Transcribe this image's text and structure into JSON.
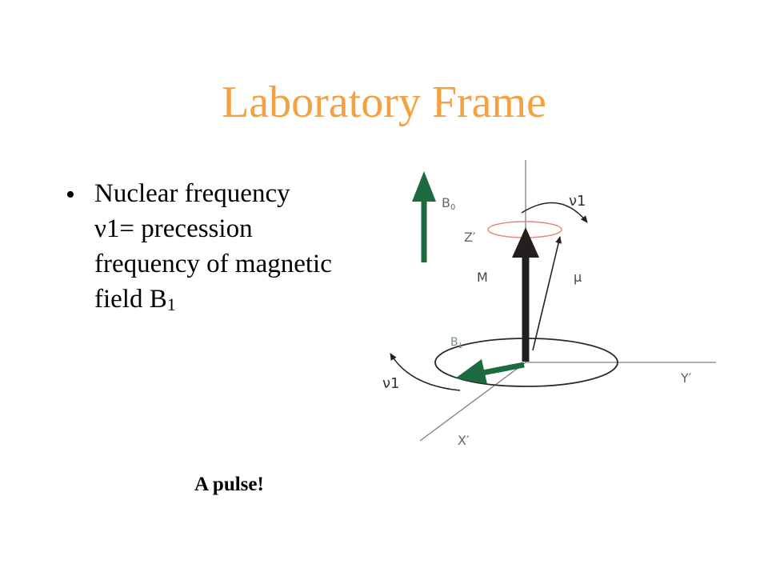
{
  "slide": {
    "title": "Laboratory Frame",
    "bullet": {
      "line1": "Nuclear frequency",
      "nu_symbol": "ν",
      "line2_rest": "1= precession",
      "line3": "frequency of magnetic",
      "line4_main": "field B",
      "line4_sub": "1"
    },
    "caption": "A pulse!"
  },
  "diagram": {
    "labels": {
      "b0": "B",
      "b0_sub": "0",
      "nu1_top": "ν1",
      "z_axis": "Z′",
      "m": "M",
      "mu": "μ",
      "b1": "B",
      "b1_sub": "1",
      "nu1_left": "ν1",
      "y_axis": "Y′",
      "x_axis": "X′"
    },
    "colors": {
      "green_arrow": "#1b6b3f",
      "m_arrow": "#231f20",
      "precession_ring": "#e5847c",
      "axis": "#7f7f7f",
      "title": "#f4a142"
    }
  }
}
